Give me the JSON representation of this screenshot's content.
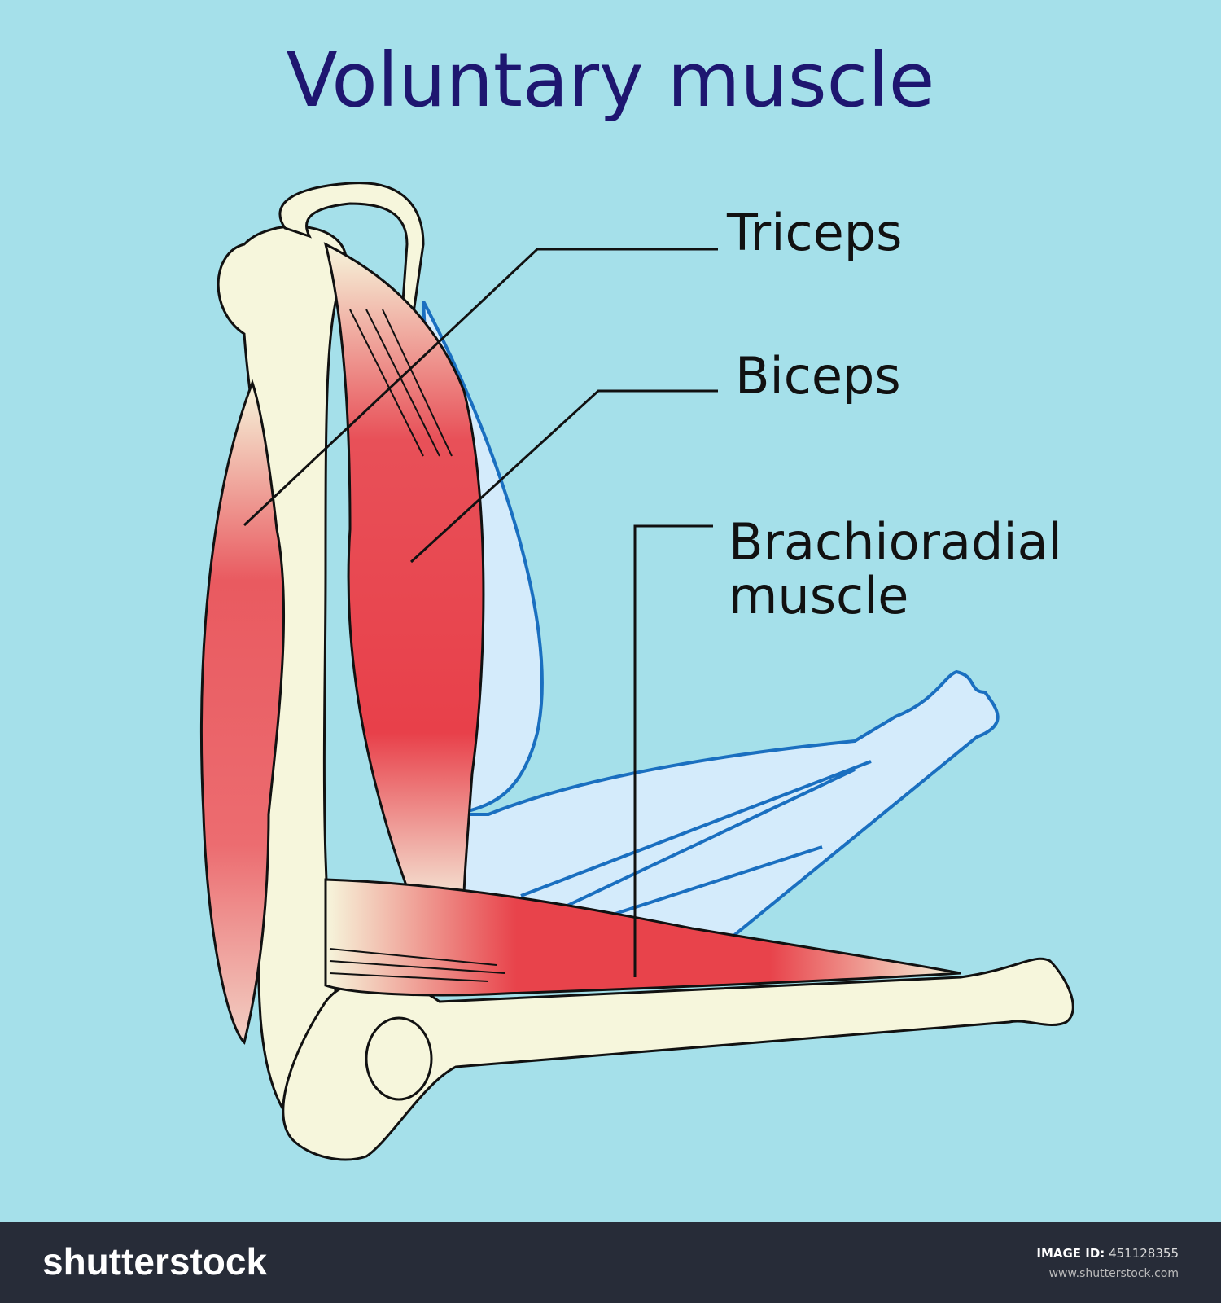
{
  "title": "Voluntary muscle",
  "labels": {
    "triceps": "Triceps",
    "biceps": "Biceps",
    "brachioradial_1": "Brachioradial",
    "brachioradial_2": "muscle"
  },
  "footer": {
    "logo": "shutterstock",
    "image_id_label": "IMAGE ID:",
    "image_id": "451128355",
    "site": "www.shutterstock.com"
  },
  "colors": {
    "background": "#a5e0ea",
    "title": "#1e1670",
    "muscle": "#e8434b",
    "bone": "#f6f6dc",
    "ghost_outline": "#1a6fc0",
    "footer": "#272c38"
  }
}
